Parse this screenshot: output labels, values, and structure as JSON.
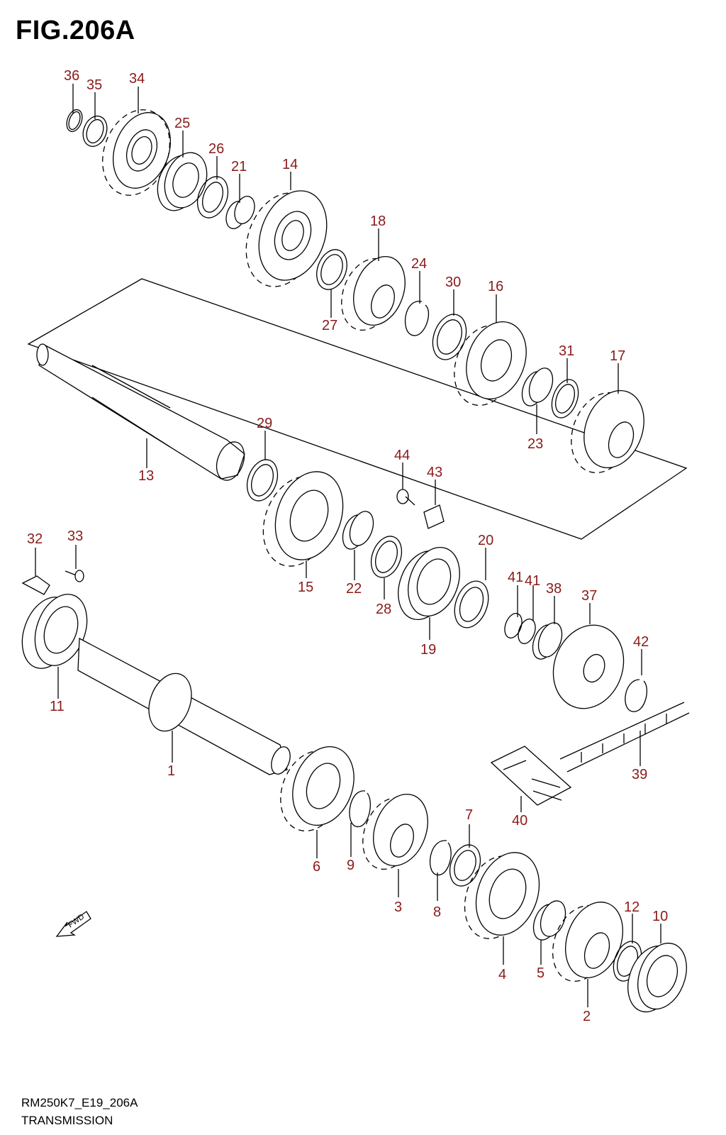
{
  "figure": {
    "title": "FIG.206A",
    "code": "RM250K7_E19_206A",
    "caption": "TRANSMISSION"
  },
  "fwd_label": "FWD",
  "label_color": "#8b1a1a",
  "parts": [
    {
      "id": "36",
      "name": "circlip"
    },
    {
      "id": "35",
      "name": "washer"
    },
    {
      "id": "34",
      "name": "gear"
    },
    {
      "id": "25",
      "name": "bearing"
    },
    {
      "id": "26",
      "name": "washer"
    },
    {
      "id": "21",
      "name": "bushing"
    },
    {
      "id": "14",
      "name": "gear"
    },
    {
      "id": "18",
      "name": "gear"
    },
    {
      "id": "24",
      "name": "circlip"
    },
    {
      "id": "27",
      "name": "washer"
    },
    {
      "id": "30",
      "name": "washer"
    },
    {
      "id": "16",
      "name": "gear"
    },
    {
      "id": "31",
      "name": "washer"
    },
    {
      "id": "17",
      "name": "gear"
    },
    {
      "id": "23",
      "name": "bushing"
    },
    {
      "id": "13",
      "name": "countershaft"
    },
    {
      "id": "29",
      "name": "washer"
    },
    {
      "id": "44",
      "name": "screw"
    },
    {
      "id": "43",
      "name": "retainer"
    },
    {
      "id": "15",
      "name": "gear"
    },
    {
      "id": "22",
      "name": "bushing"
    },
    {
      "id": "28",
      "name": "washer"
    },
    {
      "id": "20",
      "name": "oil-seal"
    },
    {
      "id": "19",
      "name": "bearing"
    },
    {
      "id": "41",
      "name": "o-ring"
    },
    {
      "id": "41",
      "name": "o-ring"
    },
    {
      "id": "38",
      "name": "spacer"
    },
    {
      "id": "37",
      "name": "sprocket"
    },
    {
      "id": "42",
      "name": "circlip"
    },
    {
      "id": "32",
      "name": "retainer"
    },
    {
      "id": "33",
      "name": "screw"
    },
    {
      "id": "11",
      "name": "bearing"
    },
    {
      "id": "1",
      "name": "driveshaft"
    },
    {
      "id": "39",
      "name": "drive-chain"
    },
    {
      "id": "40",
      "name": "chain-joint"
    },
    {
      "id": "6",
      "name": "gear"
    },
    {
      "id": "9",
      "name": "circlip"
    },
    {
      "id": "3",
      "name": "gear"
    },
    {
      "id": "7",
      "name": "washer"
    },
    {
      "id": "8",
      "name": "circlip"
    },
    {
      "id": "4",
      "name": "gear"
    },
    {
      "id": "5",
      "name": "bushing"
    },
    {
      "id": "12",
      "name": "washer"
    },
    {
      "id": "10",
      "name": "bearing"
    },
    {
      "id": "2",
      "name": "gear"
    }
  ]
}
